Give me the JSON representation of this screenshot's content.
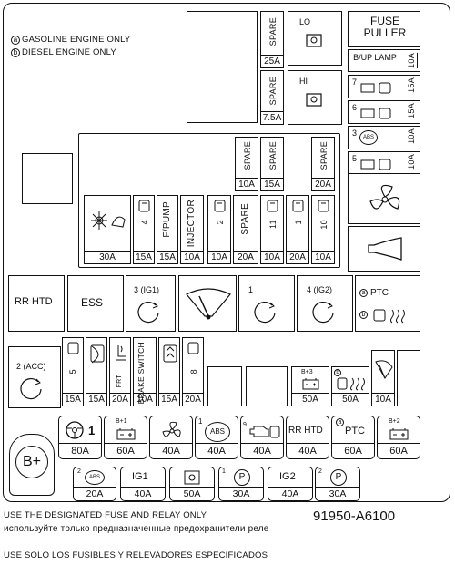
{
  "legend": {
    "a_text": "GASOLINE ENGINE ONLY",
    "b_text": "DIESEL ENGINE ONLY",
    "a_marker": "a",
    "b_marker": "b"
  },
  "top_right": {
    "spare1_label": "SPARE",
    "spare1_amp": "25A",
    "spare2_label": "SPARE",
    "spare2_amp": "7.5A",
    "lo_label": "LO",
    "hi_label": "HI",
    "fuse_puller": "FUSE PULLER",
    "b_up_lamp": "B/UP LAMP",
    "b_up_amp": "10A",
    "f7_num": "7",
    "f7_amp": "15A",
    "f6_num": "6",
    "f6_amp": "15A",
    "abs3_num": "3",
    "abs3_text": "ABS",
    "abs3_amp": "10A",
    "f5_num": "5",
    "f5_amp": "10A"
  },
  "mid_spares": [
    {
      "label": "SPARE",
      "amp": "10A"
    },
    {
      "label": "SPARE",
      "amp": "15A"
    },
    {
      "label": "SPARE",
      "amp": "20A"
    }
  ],
  "mid_row": [
    {
      "label": "",
      "amp": "30A",
      "icon": "defrost-wiper-icon"
    },
    {
      "label": "4",
      "amp": "15A",
      "icon": "engine-ecu-icon"
    },
    {
      "label": "F/PUMP",
      "amp": "15A",
      "icon": ""
    },
    {
      "label": "INJECTOR",
      "amp": "10A",
      "icon": ""
    },
    {
      "label": "2",
      "amp": "10A",
      "icon": "engine-ecu-icon"
    },
    {
      "label": "SPARE",
      "amp": "20A",
      "icon": ""
    },
    {
      "label": "11",
      "amp": "10A",
      "icon": "engine-ecu-icon"
    },
    {
      "label": "1",
      "amp": "20A",
      "icon": "engine-ecu-icon"
    },
    {
      "label": "10",
      "amp": "10A",
      "icon": "engine-ecu-icon"
    }
  ],
  "relays": {
    "rr_htd": "RR HTD",
    "ess": "ESS",
    "ig1": "3 (IG1)",
    "r1": "1",
    "ig2": "4 (IG2)",
    "acc": "2 (ACC)",
    "ptc_marker": "a",
    "ptc": "PTC",
    "b_marker": "b"
  },
  "lower_row": [
    {
      "label": "5",
      "amp": "15A",
      "icon": "engine-ecu-icon"
    },
    {
      "label": "",
      "amp": "15A",
      "icon": "horn-icon"
    },
    {
      "label": "FRT",
      "amp": "20A",
      "icon": "seat-heater-icon"
    },
    {
      "label": "BRAKE SWITCH",
      "amp": "10A",
      "icon": ""
    },
    {
      "label": "",
      "amp": "15A",
      "icon": "hazard-switch-icon"
    },
    {
      "label": "8",
      "amp": "20A",
      "icon": "engine-ecu-icon"
    }
  ],
  "lower_right": {
    "b3_label": "B+3",
    "b3_amp": "50A",
    "b_marker": "b",
    "glow_amp": "50A",
    "wiper_amp": "10A"
  },
  "big_row": [
    {
      "label": "1",
      "amp": "80A",
      "icon": "steering-icon"
    },
    {
      "label": "B+1",
      "amp": "60A",
      "icon": "battery-icon"
    },
    {
      "label": "",
      "amp": "40A",
      "icon": "fan-icon"
    },
    {
      "label": "1",
      "amp": "40A",
      "icon": "abs-icon",
      "text": "ABS"
    },
    {
      "label": "9",
      "amp": "40A",
      "icon": "engine-ecu-icon"
    },
    {
      "label": "RR HTD",
      "amp": "40A",
      "icon": ""
    },
    {
      "label": "PTC",
      "amp": "60A",
      "icon": "",
      "marker": "a"
    },
    {
      "label": "B+2",
      "amp": "60A",
      "icon": "battery-icon"
    }
  ],
  "bottom_row": [
    {
      "label": "2",
      "amp": "20A",
      "text": "ABS"
    },
    {
      "label": "IG1",
      "amp": "40A",
      "text": ""
    },
    {
      "label": "",
      "amp": "50A",
      "text": ""
    },
    {
      "label": "1",
      "amp": "30A",
      "text": "P"
    },
    {
      "label": "IG2",
      "amp": "40A",
      "text": ""
    },
    {
      "label": "2",
      "amp": "30A",
      "text": "P"
    }
  ],
  "bplus": "B+",
  "part_number": "91950-A6100",
  "notes": {
    "en": "USE THE DESIGNATED FUSE AND RELAY ONLY",
    "ru": "используйте только предназначенные предохранители реле",
    "es": "USE SOLO LOS FUSIBLES Y RELEVADORES ESPECIFICADOS"
  }
}
